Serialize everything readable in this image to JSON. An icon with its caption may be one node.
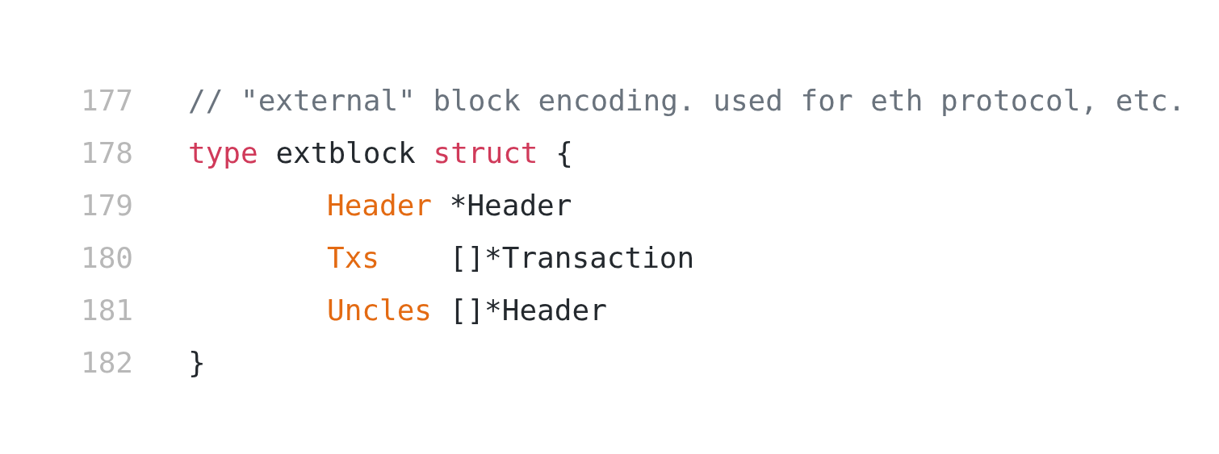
{
  "diagram": {
    "labels": [
      "177",
      "// \"external\" block encoding. used for eth protocol, etc.",
      "178",
      "type extblock struct {",
      "179",
      "Header *Header",
      "180",
      "Txs    []*Transaction",
      "181",
      "Uncles []*Header",
      "182",
      "}"
    ]
  }
}
